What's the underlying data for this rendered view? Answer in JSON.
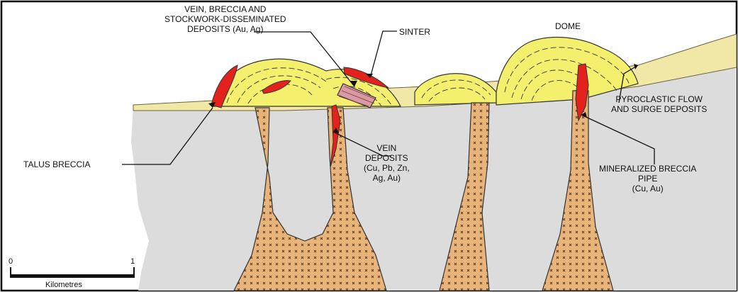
{
  "labels": {
    "vein_breccia": [
      "VEIN, BRECCIA AND",
      "STOCKWORK-DISSEMINATED",
      "DEPOSITS (Au, Ag)"
    ],
    "sinter": "SINTER",
    "dome": "DOME",
    "pyroclastic": [
      "PYROCLASTIC FLOW",
      "AND SURGE DEPOSITS"
    ],
    "talus": "TALUS BRECCIA",
    "vein_deposits": [
      "VEIN",
      "DEPOSITS",
      "(Cu, Pb, Zn,",
      "Ag, Au)"
    ],
    "mineralized": [
      "MINERALIZED BRECCIA",
      "PIPE",
      "(Cu, Au)"
    ]
  },
  "scale_bar": {
    "start": "0",
    "end": "1",
    "unit": "Kilometres"
  },
  "colors": {
    "basement": "#dcdcdc",
    "pyroclastic": "#f1e8a8",
    "dome": "#f5ef6e",
    "intrusion": "#e8b47a",
    "mineralized": "#e3221e",
    "vein": "#d99aa3"
  }
}
